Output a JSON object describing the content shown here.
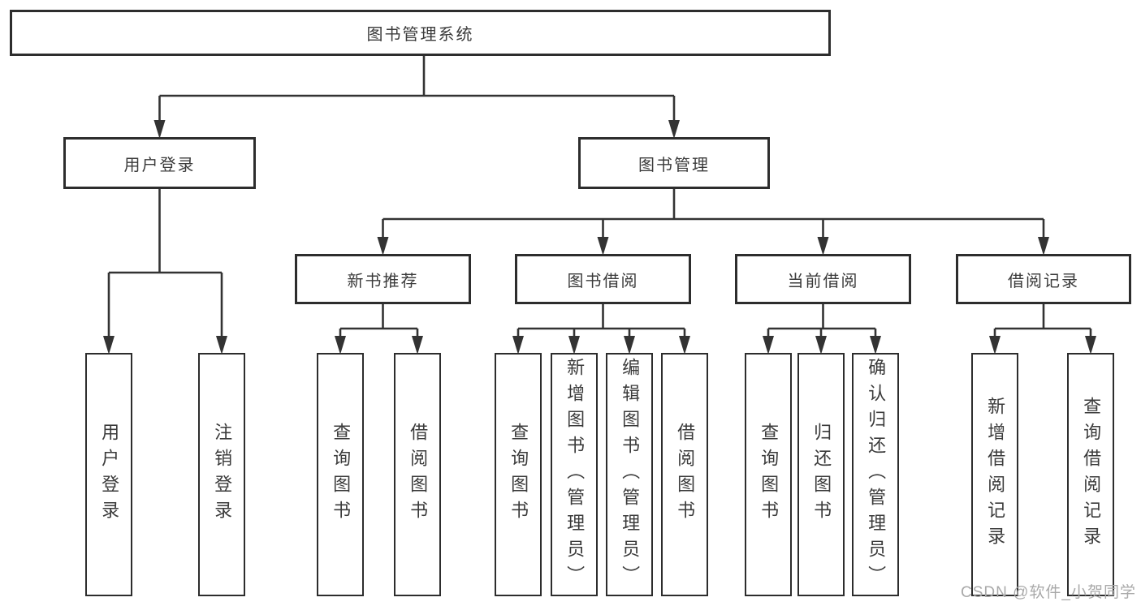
{
  "title": "图书管理系统",
  "level2": {
    "left": "用户登录",
    "right": "图书管理"
  },
  "level3": [
    "新书推荐",
    "图书借阅",
    "当前借阅",
    "借阅记录"
  ],
  "leaves": [
    "用户登录",
    "注销登录",
    "查询图书",
    "借阅图书",
    "查询图书",
    "新增图书（管理员）",
    "编辑图书（管理员）",
    "借阅图书",
    "查询图书",
    "归还图书",
    "确认归还（管理员）",
    "新增借阅记录",
    "查询借阅记录"
  ],
  "watermark": "CSDN @软件_小贺同学",
  "colors": {
    "line": "#333333",
    "border": "#2d2d2d",
    "text": "#3b3b3b",
    "watermark": "#a9a9a9",
    "background": "#ffffff"
  }
}
